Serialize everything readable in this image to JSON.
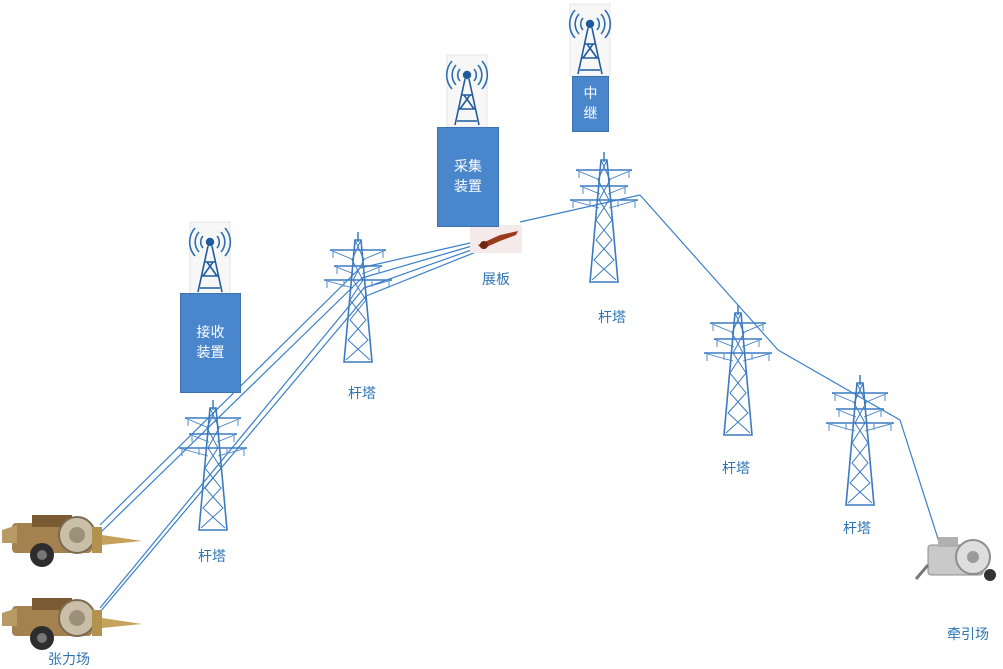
{
  "colors": {
    "accent": "#4a86cc",
    "label": "#2e75b6",
    "wire": "#3a7fc9",
    "tower": "#3b7ac2"
  },
  "devices": {
    "receiver": [
      "接收",
      "装置"
    ],
    "collector": [
      "采集",
      "装置"
    ],
    "relay": [
      "中",
      "继"
    ]
  },
  "labels": {
    "tower_1": "杆塔",
    "tower_2": "杆塔",
    "tower_3": "杆塔",
    "tower_4": "杆塔",
    "tower_5": "杆塔",
    "board": "展板",
    "tension_site": "张力场",
    "traction_site": "牵引场"
  },
  "icons": [
    "antenna-icon",
    "transmission-tower-icon",
    "tensioner-machine-icon",
    "puller-machine-icon",
    "running-board-icon"
  ]
}
